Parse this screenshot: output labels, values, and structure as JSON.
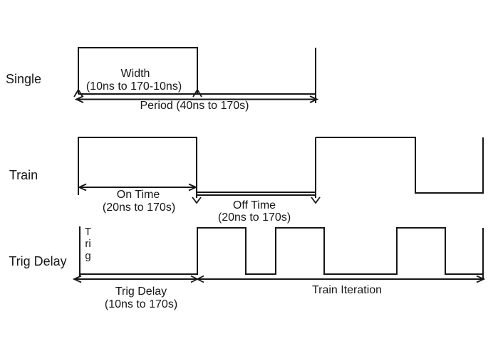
{
  "colors": {
    "background": "#ffffff",
    "line": "#161616",
    "text": "#161616"
  },
  "rows": {
    "single": {
      "label": "Single",
      "pulse_width": {
        "label": "Width",
        "range": "(10ns to 170-10ns)"
      },
      "period": {
        "label": "Period (40ns to 170s)"
      }
    },
    "train": {
      "label": "Train",
      "on_time": {
        "label": "On Time",
        "range": "(20ns to 170s)"
      },
      "off_time": {
        "label": "Off Time",
        "range": "(20ns to 170s)"
      }
    },
    "trig_delay": {
      "label": "Trig Delay",
      "trig_axis": "Trig",
      "trig_delay": {
        "label": "Trig Delay",
        "range": "(10ns to 170s)"
      },
      "train_iteration": {
        "label": "Train Iteration"
      }
    }
  }
}
